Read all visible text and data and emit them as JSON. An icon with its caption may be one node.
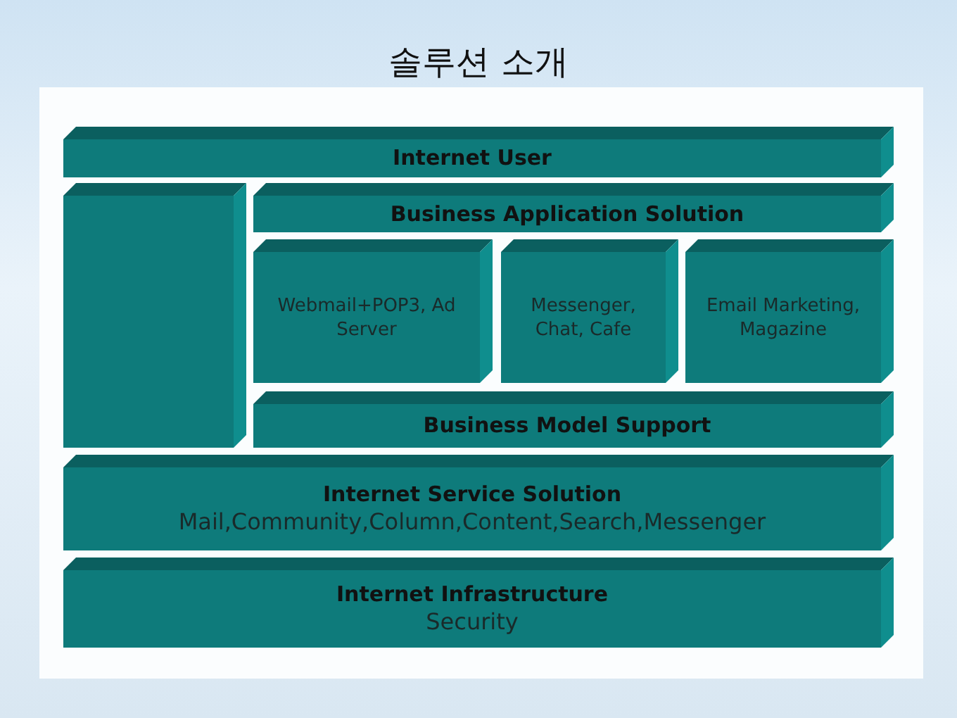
{
  "diagram": {
    "title": "솔루션 소개",
    "nodes": [
      {
        "text": [
          "Internet User"
        ]
      },
      {
        "text": [],
        "shape": "box"
      },
      {
        "text": [
          "Business Application Solution"
        ]
      },
      {
        "text": [
          "Webmail+POP3, Ad Server"
        ]
      },
      {
        "text": [
          "Messenger, Chat, Cafe"
        ]
      },
      {
        "text": [
          "Email Marketing, Magazine"
        ]
      },
      {
        "text": [
          "Business Model Support"
        ]
      },
      {
        "text": [
          "Internet Service Solution",
          "Mail,Community,Column,Content,Search,Messenger"
        ]
      },
      {
        "text": [
          "Internet Infrastructure",
          "Security"
        ]
      }
    ]
  }
}
